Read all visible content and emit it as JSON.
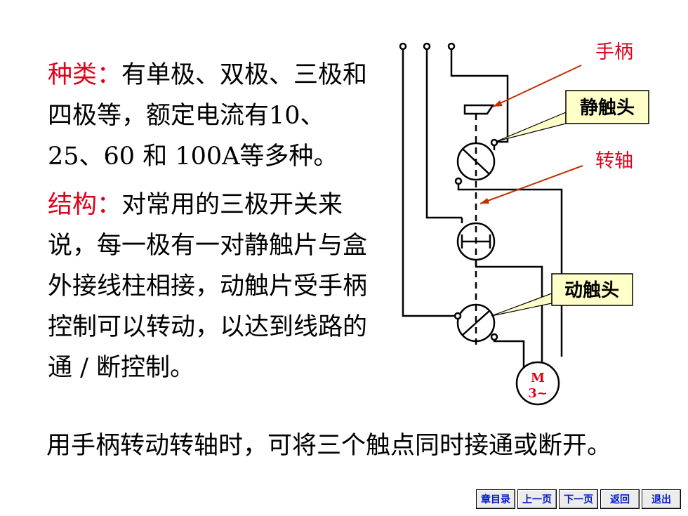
{
  "paragraph1": {
    "label": "种类：",
    "text": "有单极、双极、三极和四极等，额定电流有10、25、60 和 100A等多种。"
  },
  "paragraph2": {
    "label": "结构：",
    "text": "对常用的三极开关来说，每一极有一对静触片与盒外接线柱相接，动触片受手柄控制可以转动，以达到线路的通 / 断控制。"
  },
  "summary": "用手柄转动转轴时，可将三个触点同时接通或断开。",
  "diagram": {
    "label_handle": "手柄",
    "label_static_contact": "静触头",
    "label_shaft": "转轴",
    "label_moving_contact": "动触头",
    "motor_line1": "M",
    "motor_line2": "3~",
    "colors": {
      "annotation": "#e0001b",
      "callout_fill": "#ffffc8",
      "wire": "#000000"
    }
  },
  "nav": {
    "chapter_toc": "章目录",
    "prev_page": "上一页",
    "next_page": "下一页",
    "back": "返回",
    "exit": "退出"
  }
}
